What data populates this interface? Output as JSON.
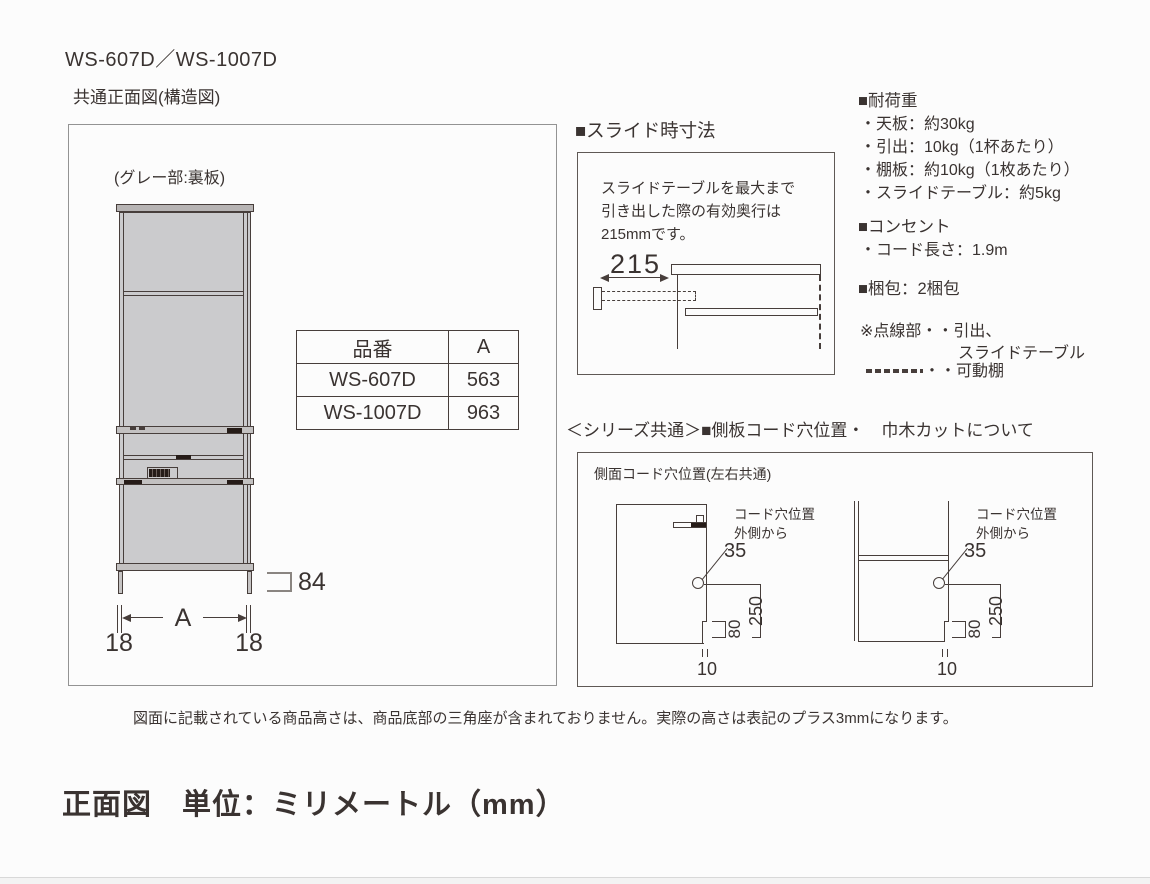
{
  "colors": {
    "page_bg": "#fcfcfc",
    "ink": "#473e3b",
    "text": "#3a3331",
    "panel_border": "#939393",
    "box_border": "#5f5955",
    "cabinet_fill": "#cbcbcd",
    "bar_fill": "#c3c1c1",
    "plate_fill": "#b7b4b4",
    "mark_dark": "#261c18"
  },
  "header": {
    "title": "WS-607D／WS-1007D",
    "subtitle": "共通正面図(構造図)"
  },
  "front_view": {
    "gray_note": "(グレー部:裏板)",
    "dim_a": "A",
    "dim_left_thickness": "18",
    "dim_right_thickness": "18",
    "dim_leg_height": "84"
  },
  "spec_table": {
    "headers": [
      "品番",
      "A"
    ],
    "rows": [
      [
        "WS-607D",
        "563"
      ],
      [
        "WS-1007D",
        "963"
      ]
    ]
  },
  "slide_section": {
    "heading": "■スライド時寸法",
    "description_lines": [
      "スライドテーブルを最大まで",
      "引き出した際の有効奥行は",
      "215mmです。"
    ],
    "dim_depth": "215"
  },
  "specs": {
    "load_heading": "■耐荷重",
    "load_items": [
      "・天板：約30kg",
      "・引出：10kg（1杯あたり）",
      "・棚板：約10kg（1枚あたり）",
      "・スライドテーブル：約5kg"
    ],
    "outlet_heading": "■コンセント",
    "outlet_item": "・コード長さ：1.9m",
    "packing_note": "■梱包：2梱包",
    "legend_dotted_line1": "※点線部・・引出、",
    "legend_dotted_line2": "スライドテーブル",
    "legend_dashed_label": "・・可動棚"
  },
  "series_section": {
    "heading": "＜シリーズ共通＞■側板コード穴位置・　巾木カットについて",
    "box_label": "側面コード穴位置(左右共通)",
    "hole_note_line1": "コード穴位置",
    "hole_note_line2": "外側から",
    "dim_from_outside": "35",
    "dim_height": "250",
    "dim_cut_height": "80",
    "dim_cut_width": "10"
  },
  "footer": {
    "note": "図面に記載されている商品高さは、商品底部の三角座が含まれておりません。実際の高さは表記のプラス3mmになります。",
    "heading": "正面図　単位：ミリメートル（mm）"
  }
}
